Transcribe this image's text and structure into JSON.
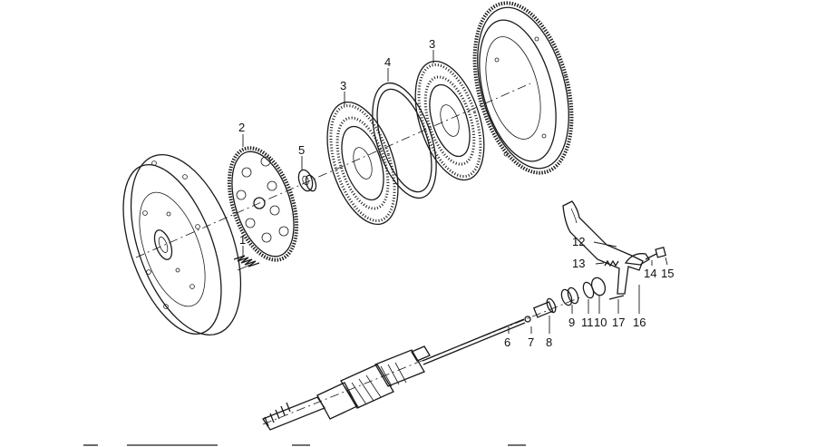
{
  "labels": {
    "p1": "1",
    "p2": "2",
    "p3a": "3",
    "p3b": "3",
    "p4": "4",
    "p5": "5",
    "p6": "6",
    "p7": "7",
    "p8": "8",
    "p9": "9",
    "p11": "11",
    "p10": "10",
    "p17": "17",
    "p16": "16",
    "p12": "12",
    "p13": "13",
    "p14": "14",
    "p15": "15"
  }
}
